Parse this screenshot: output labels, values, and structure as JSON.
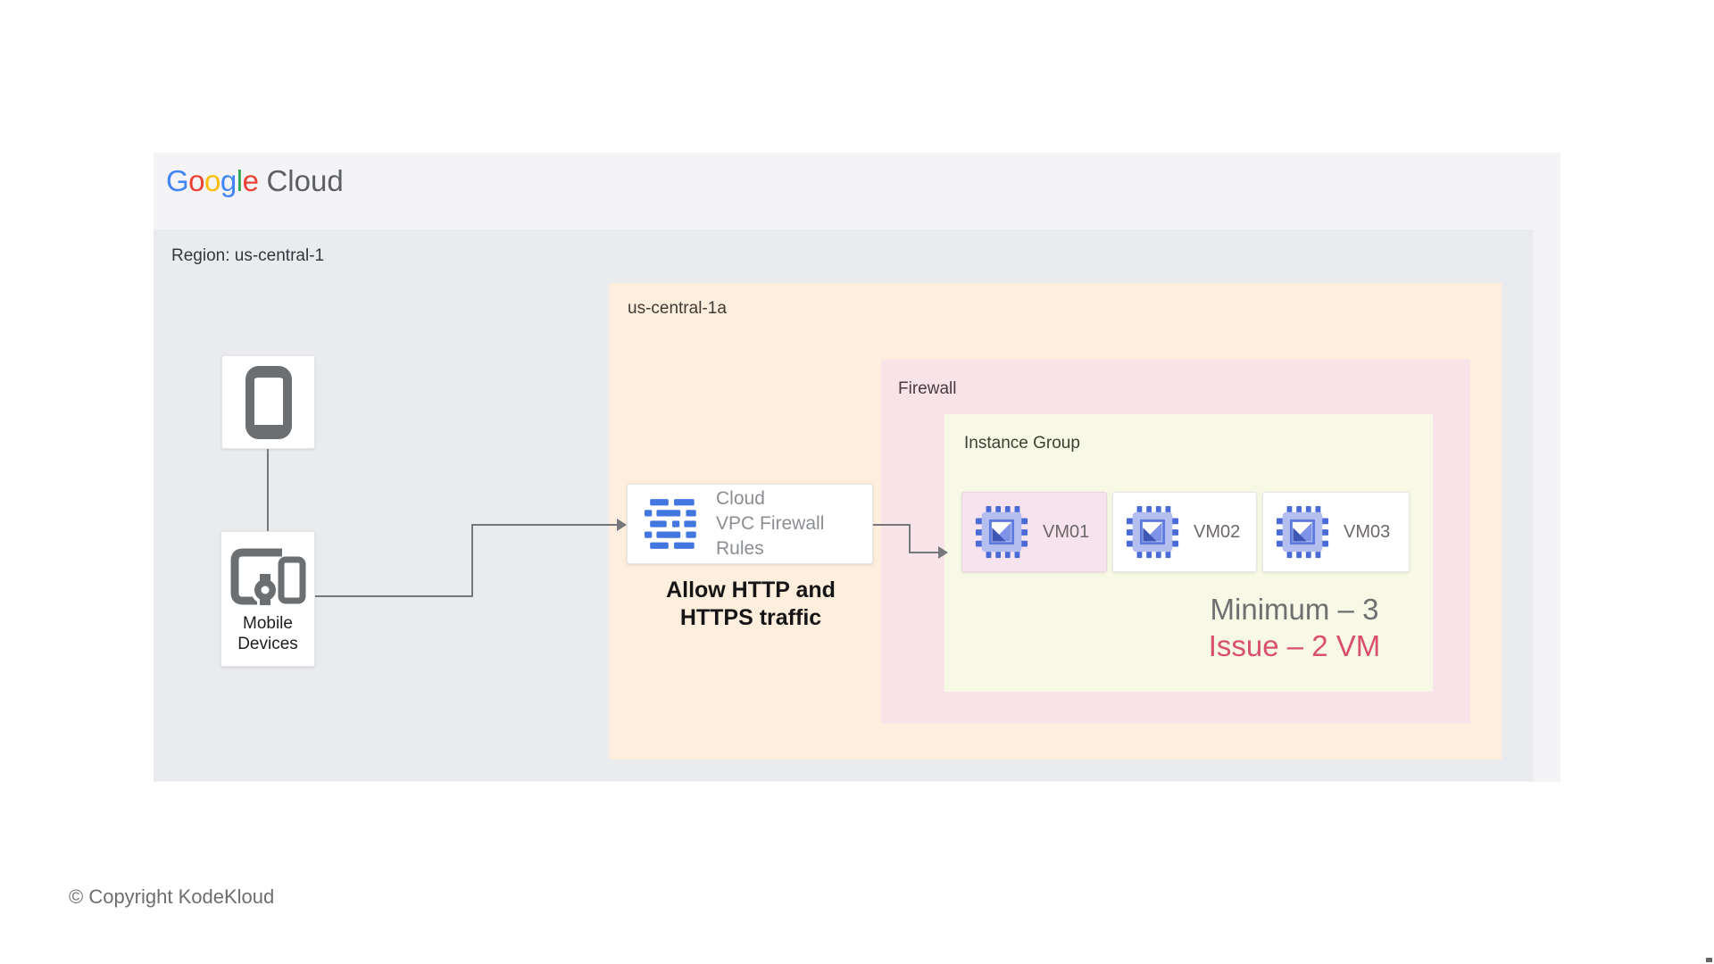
{
  "header": {
    "logo": {
      "letters": [
        {
          "char": "G",
          "color": "#4285F4"
        },
        {
          "char": "o",
          "color": "#EA4335"
        },
        {
          "char": "o",
          "color": "#FBBC05"
        },
        {
          "char": "g",
          "color": "#4285F4"
        },
        {
          "char": "l",
          "color": "#34A853"
        },
        {
          "char": "e",
          "color": "#EA4335"
        }
      ],
      "suffix": "Cloud",
      "suffix_color": "#5c5f63"
    }
  },
  "region": {
    "label": "Region: us-central-1",
    "background": "#e9ebee"
  },
  "zone": {
    "label": "us-central-1a",
    "background": "#fdeede"
  },
  "firewall": {
    "label": "Firewall",
    "background": "#f7e3e8"
  },
  "instance_group": {
    "label": "Instance Group",
    "background": "#f7f9e6",
    "vms": [
      {
        "label": "VM01",
        "background": "#f7e3ee",
        "highlighted": true
      },
      {
        "label": "VM02",
        "background": "#ffffff",
        "highlighted": false
      },
      {
        "label": "VM03",
        "background": "#ffffff",
        "highlighted": false
      }
    ],
    "notes": {
      "minimum": {
        "text": "Minimum – 3",
        "color": "#6f6f6f"
      },
      "issue": {
        "text": "Issue – 2 VM",
        "color": "#d94f6e"
      }
    }
  },
  "vpc_firewall_rules": {
    "title": "Cloud",
    "subtitle": "VPC Firewall Rules",
    "caption_line1": "Allow HTTP and",
    "caption_line2": "HTTPS traffic",
    "icon": "vpc-firewall-rules-icon",
    "icon_color": "#4377e0"
  },
  "mobile_devices": {
    "label_line1": "Mobile",
    "label_line2": "Devices",
    "phone_icon": "smartphone-icon",
    "devices_icon": "mobile-devices-icon",
    "icon_color": "#6b6f71"
  },
  "vm_icon": {
    "name": "compute-chip-icon",
    "pin_color": "#4a6bd6",
    "body_color": "#b4bfef",
    "frame_color": "#5d7ae0",
    "triangle_mid": "#7e92e6",
    "triangle_dark": "#3d55b5"
  },
  "footer": {
    "copyright": "© Copyright KodeKloud"
  }
}
